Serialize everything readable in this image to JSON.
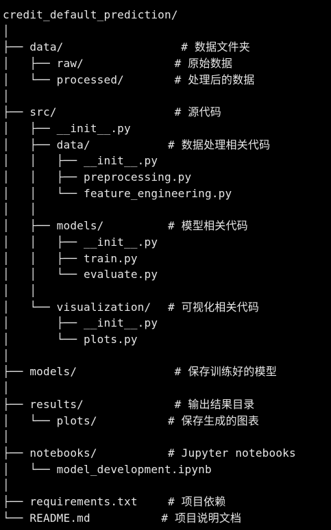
{
  "colors": {
    "background": "#000000",
    "text": "#e6e6e6"
  },
  "lines": [
    {
      "tree": "credit_default_prediction/",
      "comment": ""
    },
    {
      "tree": "│",
      "comment": ""
    },
    {
      "tree": "├── data/",
      "comment": "# 数据文件夹",
      "ccol": 27
    },
    {
      "tree": "│   ├── raw/",
      "comment": "# 原始数据",
      "ccol": 26
    },
    {
      "tree": "│   └── processed/",
      "comment": "# 处理后的数据",
      "ccol": 26
    },
    {
      "tree": "│",
      "comment": ""
    },
    {
      "tree": "├── src/",
      "comment": "# 源代码",
      "ccol": 26
    },
    {
      "tree": "│   ├── __init__.py",
      "comment": ""
    },
    {
      "tree": "│   ├── data/",
      "comment": "# 数据处理相关代码",
      "ccol": 25
    },
    {
      "tree": "│   │   ├── __init__.py",
      "comment": ""
    },
    {
      "tree": "│   │   ├── preprocessing.py",
      "comment": ""
    },
    {
      "tree": "│   │   └── feature_engineering.py",
      "comment": ""
    },
    {
      "tree": "│   │",
      "comment": ""
    },
    {
      "tree": "│   ├── models/",
      "comment": "# 模型相关代码",
      "ccol": 25
    },
    {
      "tree": "│   │   ├── __init__.py",
      "comment": ""
    },
    {
      "tree": "│   │   ├── train.py",
      "comment": ""
    },
    {
      "tree": "│   │   └── evaluate.py",
      "comment": ""
    },
    {
      "tree": "│   │",
      "comment": ""
    },
    {
      "tree": "│   └── visualization/",
      "comment": "# 可视化相关代码",
      "ccol": 25
    },
    {
      "tree": "│       ├── __init__.py",
      "comment": ""
    },
    {
      "tree": "│       └── plots.py",
      "comment": ""
    },
    {
      "tree": "│",
      "comment": ""
    },
    {
      "tree": "├── models/",
      "comment": "# 保存训练好的模型",
      "ccol": 26
    },
    {
      "tree": "│",
      "comment": ""
    },
    {
      "tree": "├── results/",
      "comment": "# 输出结果目录",
      "ccol": 26
    },
    {
      "tree": "│   └── plots/",
      "comment": "# 保存生成的图表",
      "ccol": 25
    },
    {
      "tree": "│",
      "comment": ""
    },
    {
      "tree": "├── notebooks/",
      "comment": "# Jupyter notebooks",
      "ccol": 25
    },
    {
      "tree": "│   └── model_development.ipynb",
      "comment": ""
    },
    {
      "tree": "│",
      "comment": ""
    },
    {
      "tree": "├── requirements.txt",
      "comment": "# 项目依赖",
      "ccol": 25
    },
    {
      "tree": "└── README.md",
      "comment": "# 项目说明文档",
      "ccol": 24
    }
  ]
}
